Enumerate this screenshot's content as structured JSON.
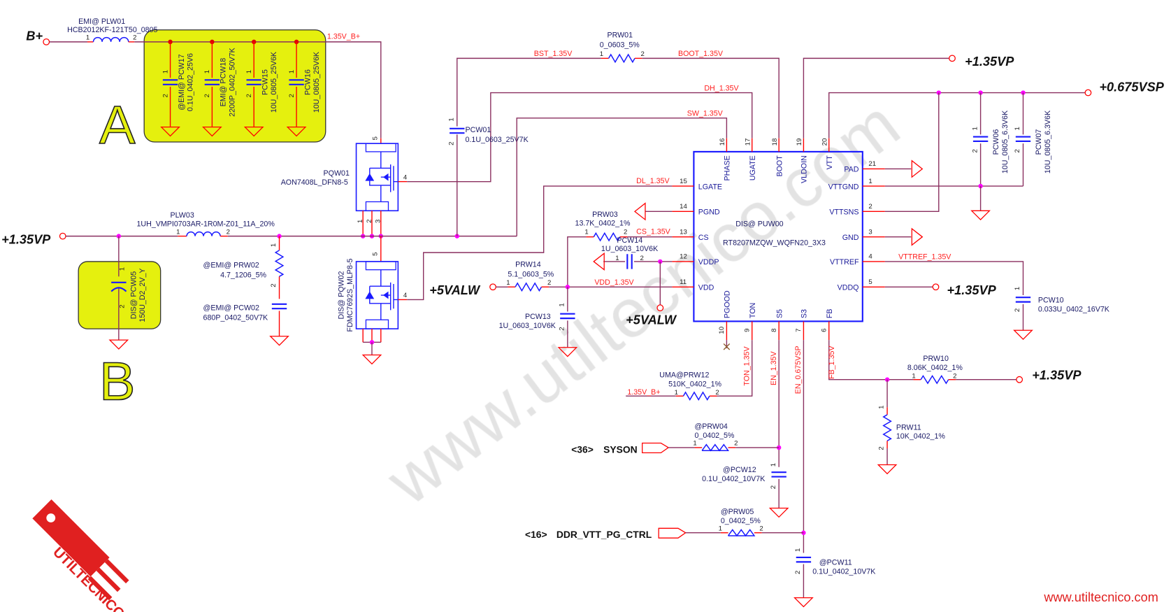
{
  "ports": {
    "b_plus": "B+",
    "v135vp": "+1.35VP",
    "v0675vsp": "+0.675VSP",
    "v5valw": "+5VALW"
  },
  "nets": {
    "v135_bplus": "1.35V_B+",
    "bst": "BST_1.35V",
    "boot": "BOOT_1.35V",
    "dh": "DH_1.35V",
    "sw": "SW_1.35V",
    "dl": "DL_1.35V",
    "cs": "CS_1.35V",
    "vdd": "VDD_1.35V",
    "vttref": "VTTREF_1.35V",
    "ton": "TON_1.35V",
    "en": "EN_1.35V",
    "en_vsp": "EN_0.675VSP",
    "fb": "FB_1.35V"
  },
  "pin": {
    "one": "1",
    "two": "2",
    "three": "3",
    "four": "4",
    "five": "5"
  },
  "components": {
    "plw01": {
      "ref": "EMI@  PLW01",
      "value": "HCB2012KF-121T50_0805"
    },
    "pcw17": {
      "ref": "@EMI@  PCW17",
      "value": "0.1U_0402_25V6"
    },
    "pcw18": {
      "ref": "EMI@  PCW18",
      "value": "2200P_0402_50V7K"
    },
    "pcw15": {
      "ref": "PCW15",
      "value": "10U_0805_25V6K"
    },
    "pcw16": {
      "ref": "PCW16",
      "value": "10U_0805_25V6K"
    },
    "prw01": {
      "ref": "PRW01",
      "value": "0_0603_5%"
    },
    "pcw01": {
      "ref": "PCW01",
      "value": "0.1U_0603_25V7K"
    },
    "pqw01": {
      "ref": "PQW01",
      "value": "AON7408L_DFN8-5"
    },
    "pqw02": {
      "ref": "DIS@  PQW02",
      "value": "FDMC7692S_MLP8-5"
    },
    "plw03": {
      "ref": "PLW03",
      "value": "1UH_VMPI0703AR-1R0M-Z01_11A_20%"
    },
    "pcw05": {
      "ref": "DIS@  PCW05",
      "value": "150U_D2_2V_Y"
    },
    "prw02": {
      "ref": "@EMI@  PRW02",
      "value": "4.7_1206_5%"
    },
    "pcw02": {
      "ref": "@EMI@  PCW02",
      "value": "680P_0402_50V7K"
    },
    "prw03": {
      "ref": "PRW03",
      "value": "13.7K_0402_1%"
    },
    "pcw14": {
      "ref": "PCW14",
      "value": "1U_0603_10V6K"
    },
    "prw14": {
      "ref": "PRW14",
      "value": "5.1_0603_5%"
    },
    "pcw13": {
      "ref": "PCW13",
      "value": "1U_0603_10V6K"
    },
    "puw00": {
      "ref": "DIS@  PUW00",
      "value": "RT8207MZQW_WQFN20_3X3"
    },
    "pcw06": {
      "ref": "PCW06",
      "value": "10U_0805_6.3V6K"
    },
    "pcw07": {
      "ref": "PCW07",
      "value": "10U_0805_6.3V6K"
    },
    "pcw10": {
      "ref": "PCW10",
      "value": "0.033U_0402_16V7K"
    },
    "prw12": {
      "ref": "UMA@PRW12",
      "value": "510K_0402_1%"
    },
    "prw04": {
      "ref": "@PRW04",
      "value": "0_0402_5%"
    },
    "pcw12": {
      "ref": "@PCW12",
      "value": "0.1U_0402_10V7K"
    },
    "prw05": {
      "ref": "@PRW05",
      "value": "0_0402_5%"
    },
    "pcw11": {
      "ref": "@PCW11",
      "value": "0.1U_0402_10V7K"
    },
    "prw10": {
      "ref": "PRW10",
      "value": "8.06K_0402_1%"
    },
    "prw11": {
      "ref": "PRW11",
      "value": "10K_0402_1%"
    }
  },
  "ic_pins": {
    "top": [
      {
        "num": "16",
        "name": "PHASE"
      },
      {
        "num": "17",
        "name": "UGATE"
      },
      {
        "num": "18",
        "name": "BOOT"
      },
      {
        "num": "19",
        "name": "VLDOIN"
      },
      {
        "num": "20",
        "name": "VTT"
      }
    ],
    "left": [
      {
        "num": "15",
        "name": "LGATE"
      },
      {
        "num": "14",
        "name": "PGND"
      },
      {
        "num": "13",
        "name": "CS"
      },
      {
        "num": "12",
        "name": "VDDP"
      },
      {
        "num": "11",
        "name": "VDD"
      }
    ],
    "right": [
      {
        "num": "21",
        "name": "PAD"
      },
      {
        "num": "1",
        "name": "VTTGND"
      },
      {
        "num": "2",
        "name": "VTTSNS"
      },
      {
        "num": "3",
        "name": "GND"
      },
      {
        "num": "4",
        "name": "VTTREF"
      },
      {
        "num": "5",
        "name": "VDDQ"
      }
    ],
    "bottom": [
      {
        "num": "10",
        "name": "PGOOD"
      },
      {
        "num": "9",
        "name": "TON"
      },
      {
        "num": "8",
        "name": "S5"
      },
      {
        "num": "7",
        "name": "S3"
      },
      {
        "num": "6",
        "name": "FB"
      }
    ]
  },
  "connectors": {
    "syson": {
      "page": "<36>",
      "name": "SYSON"
    },
    "ddr": {
      "page": "<16>",
      "name": "DDR_VTT_PG_CTRL"
    }
  },
  "annotations": {
    "a": "A",
    "b": "B"
  },
  "logo": "UTILTECNICO",
  "watermark": "www.utiltecnico.com",
  "footer_url": "www.utiltecnico.com",
  "colors": {
    "wire": "#8a2f5f",
    "pin": "#ff0000",
    "part": "#1a1aff",
    "junction": "#ff00ff",
    "highlight": "#e5f00e",
    "net_label": "#ff2020"
  }
}
